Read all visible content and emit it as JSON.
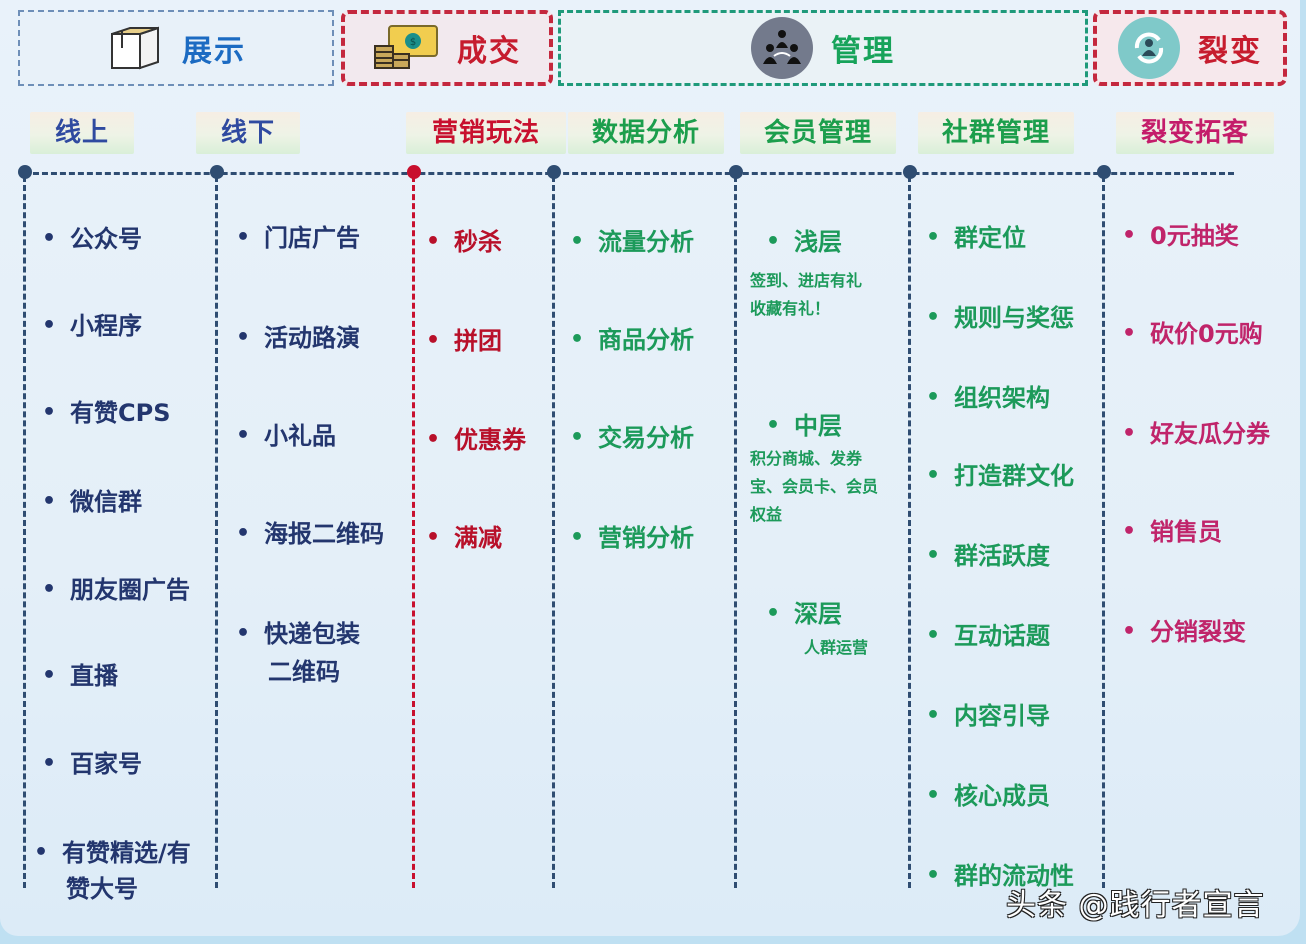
{
  "stages": [
    {
      "label": "展示",
      "icon": "package-box-icon",
      "color": "#1c6bc2"
    },
    {
      "label": "成交",
      "icon": "cash-coins-icon",
      "color": "#c61c2e"
    },
    {
      "label": "管理",
      "icon": "team-hierarchy-icon",
      "color": "#17a35a"
    },
    {
      "label": "裂变",
      "icon": "user-refresh-icon",
      "color": "#c61c2e"
    }
  ],
  "categories": [
    {
      "label": "线上",
      "color": "#2f4aa0"
    },
    {
      "label": "线下",
      "color": "#2f4aa0"
    },
    {
      "label": "营销玩法",
      "color": "#c8102e"
    },
    {
      "label": "数据分析",
      "color": "#1c9e4c"
    },
    {
      "label": "会员管理",
      "color": "#1c9e4c"
    },
    {
      "label": "社群管理",
      "color": "#1c9e4c"
    },
    {
      "label": "裂变拓客",
      "color": "#c41c6a"
    }
  ],
  "columns": {
    "online": [
      "公众号",
      "小程序",
      "有赞CPS",
      "微信群",
      "朋友圈广告",
      "直播",
      "百家号",
      "有赞精选/有",
      "赞大号"
    ],
    "offline": [
      "门店广告",
      "活动路演",
      "小礼品",
      "海报二维码",
      "快递包装",
      "二维码"
    ],
    "marketing": [
      "秒杀",
      "拼团",
      "优惠券",
      "满减"
    ],
    "data_analysis": [
      "流量分析",
      "商品分析",
      "交易分析",
      "营销分析"
    ],
    "membership": [
      {
        "title": "浅层",
        "desc_lines": [
          "签到、进店有礼",
          "收藏有礼！"
        ]
      },
      {
        "title": "中层",
        "desc_lines": [
          "积分商城、发券",
          "宝、会员卡、会员",
          "权益"
        ]
      },
      {
        "title": "深层",
        "desc_lines": [
          "人群运营"
        ]
      }
    ],
    "community": [
      "群定位",
      "规则与奖惩",
      "组织架构",
      "打造群文化",
      "群活跃度",
      "互动话题",
      "内容引导",
      "核心成员",
      "群的流动性"
    ],
    "fission": [
      "0元抽奖",
      "砍价0元购",
      "好友瓜分券",
      "销售员",
      "分销裂变"
    ]
  },
  "bullet": "•",
  "watermark": "头条 @践行者宣言"
}
